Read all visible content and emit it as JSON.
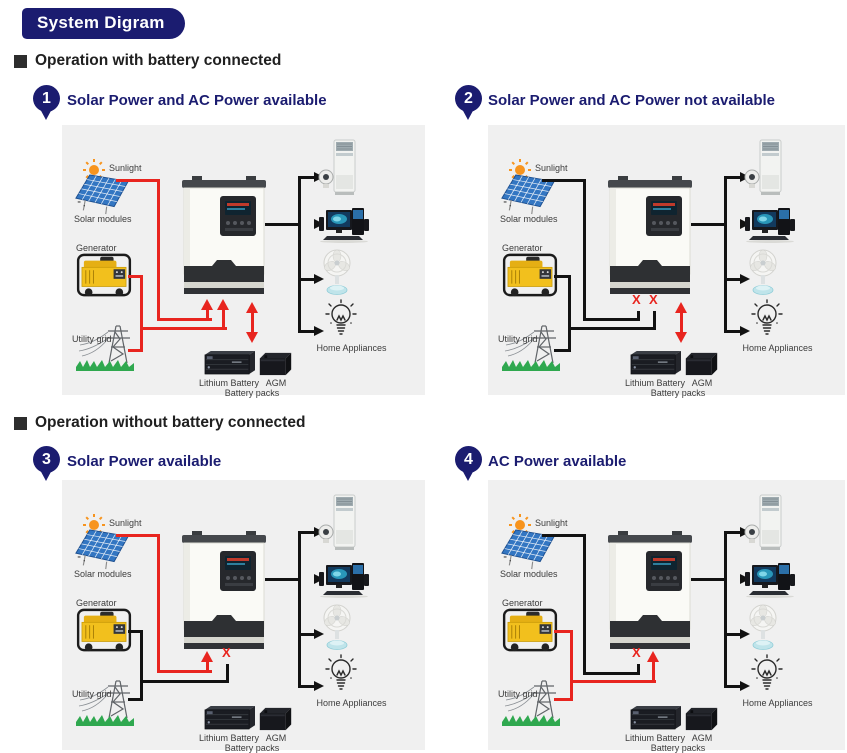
{
  "title": "System Digram",
  "colors": {
    "navy": "#1B1C70",
    "red": "#E8251F",
    "wire_black": "#121212",
    "panel_bg": "#F0F0F0",
    "text_dark": "#202020",
    "label_gray": "#3C3C3C"
  },
  "icons": {
    "x_mark": "X"
  },
  "sections": [
    {
      "heading": "Operation with battery connected",
      "panels": [
        {
          "number": "1",
          "title": "Solar Power and AC Power available",
          "solar_input": "available",
          "ac_input": "available",
          "battery": "charge-discharge"
        },
        {
          "number": "2",
          "title": "Solar Power and AC Power not available",
          "solar_input": "not available",
          "ac_input": "not available",
          "battery": "discharge"
        }
      ]
    },
    {
      "heading": "Operation without battery connected",
      "panels": [
        {
          "number": "3",
          "title": "Solar Power available",
          "solar_input": "available",
          "ac_input": "not available",
          "battery": "disconnected"
        },
        {
          "number": "4",
          "title": "AC Power available",
          "solar_input": "not available",
          "ac_input": "available",
          "battery": "disconnected"
        }
      ]
    }
  ],
  "diagram_labels": {
    "sunlight": "Sunlight",
    "solar_modules": "Solar modules",
    "generator": "Generator",
    "utility_grid": "Utility grid",
    "home_appliances": "Home Appliances",
    "lithium_battery": "Lithium Battery",
    "agm": "AGM",
    "battery_packs": "Battery packs"
  }
}
